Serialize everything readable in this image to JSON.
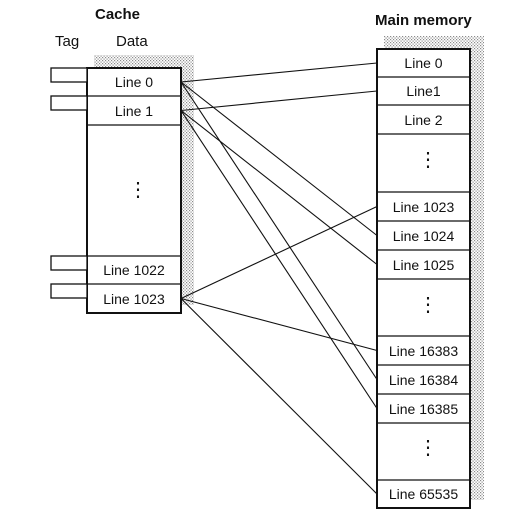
{
  "cache": {
    "title": "Cache",
    "tag_label": "Tag",
    "data_label": "Data",
    "lines": [
      "Line 0",
      "Line 1",
      "Line 1022",
      "Line 1023"
    ],
    "ellipsis": "⋮"
  },
  "memory": {
    "title": "Main memory",
    "lines": [
      "Line 0",
      "Line1",
      "Line 2",
      "Line 1023",
      "Line 1024",
      "Line 1025",
      "Line 16383",
      "Line 16384",
      "Line 16385",
      "Line 65535"
    ],
    "ellipsis": "⋮"
  },
  "connections": [
    [
      "Line 0",
      "Line 0"
    ],
    [
      "Line 0",
      "Line 1024"
    ],
    [
      "Line 0",
      "Line 16384"
    ],
    [
      "Line 1",
      "Line1"
    ],
    [
      "Line 1",
      "Line 1025"
    ],
    [
      "Line 1",
      "Line 16385"
    ],
    [
      "Line 1023",
      "Line 1023"
    ],
    [
      "Line 1023",
      "Line 16383"
    ],
    [
      "Line 1023",
      "Line 65535"
    ]
  ]
}
